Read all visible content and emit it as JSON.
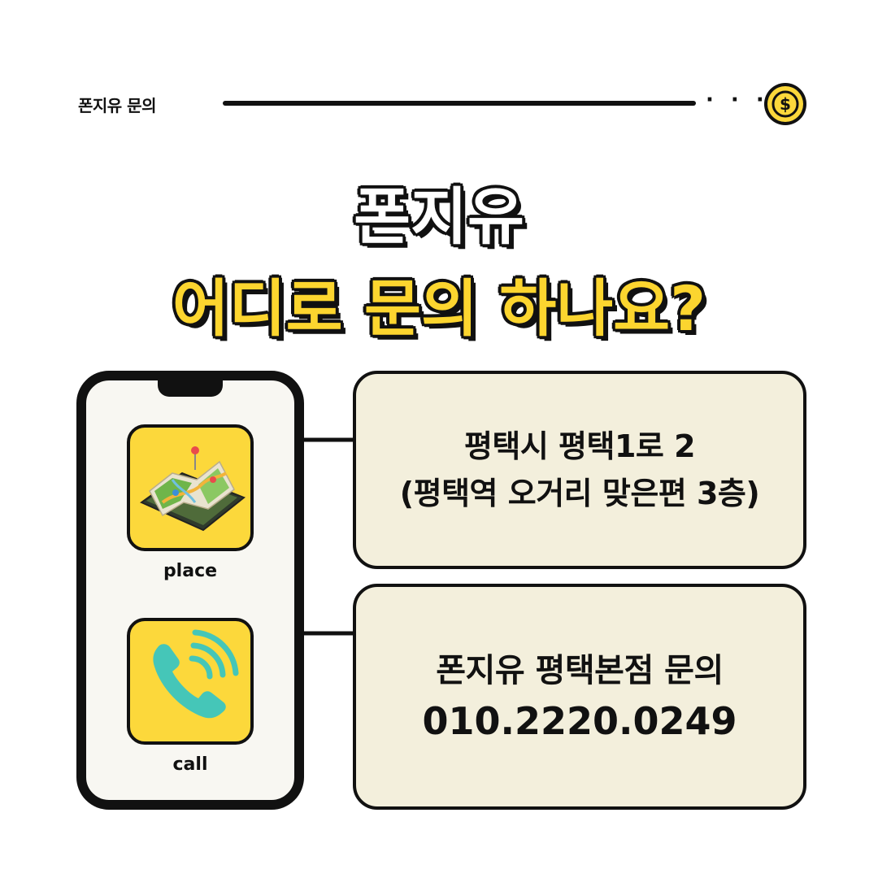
{
  "header": {
    "label": "폰지유 문의",
    "dots": "· · ·",
    "coin_symbol": "$"
  },
  "title": {
    "line1": "폰지유",
    "line2": "어디로 문의 하나요?"
  },
  "phone": {
    "apps": [
      {
        "label": "place",
        "icon": "map-icon"
      },
      {
        "label": "call",
        "icon": "phone-call-icon"
      }
    ]
  },
  "address_box": {
    "line1": "평택시 평택1로 2",
    "line2": "(평택역 오거리 맞은편 3층)"
  },
  "call_box": {
    "line1": "폰지유 평택본점 문의",
    "phone_number": "010.2220.0249"
  },
  "colors": {
    "accent_yellow": "#fcd83b",
    "box_background": "#f3efdc",
    "outline": "#111111",
    "phone_icon": "#45c6b8"
  }
}
